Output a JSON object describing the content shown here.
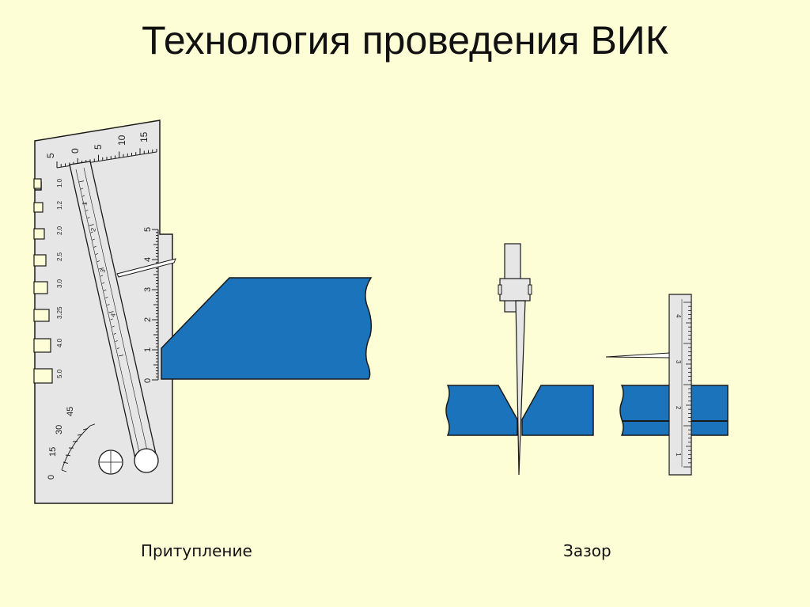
{
  "title": "Технология проведения ВИК",
  "captions": {
    "left": "Притупление",
    "right": "Зазор"
  },
  "gauge": {
    "top_scale_labels": [
      "5",
      "0",
      "5",
      "10",
      "15"
    ],
    "left_column_labels": [
      "1.0",
      "1.2",
      "2.0",
      "2.5",
      "3.0",
      "3.25",
      "4.0",
      "5.0"
    ],
    "arm_labels": [
      "1",
      "2",
      "3",
      "4"
    ],
    "vertical_scale_labels": [
      "0",
      "1",
      "2",
      "3",
      "4",
      "5"
    ],
    "angle_scale_labels": [
      "0",
      "15",
      "30",
      "45"
    ]
  },
  "gap_gauge": {
    "labels": [
      "4",
      "3",
      "2",
      "1"
    ]
  },
  "colors": {
    "background": "#fefed6",
    "metal": "#e6e6e6",
    "workpiece": "#1a73bb",
    "outline": "#1a1a1a"
  }
}
